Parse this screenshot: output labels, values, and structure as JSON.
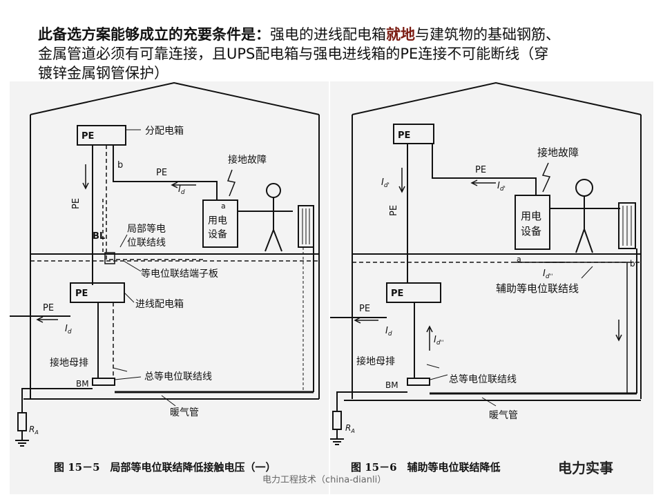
{
  "title": {
    "line1_bold": "此备选方案能够成立的充要条件是：",
    "line1_rest": "强电的进线配电箱",
    "line1_bold2": "就地",
    "line1_tail": "与建筑物的基础钢筋、",
    "line2": "金属管道必须有可靠连接，且UPS配电箱与强电进线箱的PE连接不可能断线（穿",
    "line3": "镀锌金属钢管保护）"
  },
  "fig1": {
    "pe_top": "PE",
    "dist_box": "分配电箱",
    "b": "b",
    "pe_h": "PE",
    "id": "I",
    "id_sub": "d",
    "pe_v": "PE",
    "fault": "接地故障",
    "a": "a",
    "equip1": "用电",
    "equip2": "设备",
    "bl": "BL",
    "local1": "局部等电",
    "local2": "位联结线",
    "terminal": "等电位联结端子板",
    "pe_in": "PE",
    "in_box": "进线配电箱",
    "pe_left": "PE",
    "id2": "I",
    "id2_sub": "d",
    "busbar": "接地母排",
    "bm": "BM",
    "main_bond": "总等电位联结线",
    "pipe": "暖气管",
    "ra": "R",
    "ra_sub": "A",
    "caption": "图 15－5　局部等电位联结降低接触电压（一）"
  },
  "fig2": {
    "pe_top": "PE",
    "fault": "接地故障",
    "pe_h": "PE",
    "id_v": "I",
    "id_v_sub": "d'",
    "id_h": "I",
    "id_h_sub": "d'",
    "pe_v": "PE",
    "equip1": "用电",
    "equip2": "设备",
    "a": "a",
    "b": "b",
    "id_pp": "I",
    "id_pp_sub": "d''",
    "aux": "辅助等电位联结线",
    "pe_in": "PE",
    "pe_left": "PE",
    "id_left": "I",
    "id_left_sub": "d",
    "id_up": "I",
    "id_up_sub": "d''",
    "busbar": "接地母排",
    "bm": "BM",
    "main_bond": "总等电位联结线",
    "pipe": "暖气管",
    "ra": "R",
    "ra_sub": "A",
    "caption": "图 15－6　辅助等电位联结降低"
  },
  "watermark1": "电力工程技术（china-dianli）",
  "watermark2": "电力实事"
}
